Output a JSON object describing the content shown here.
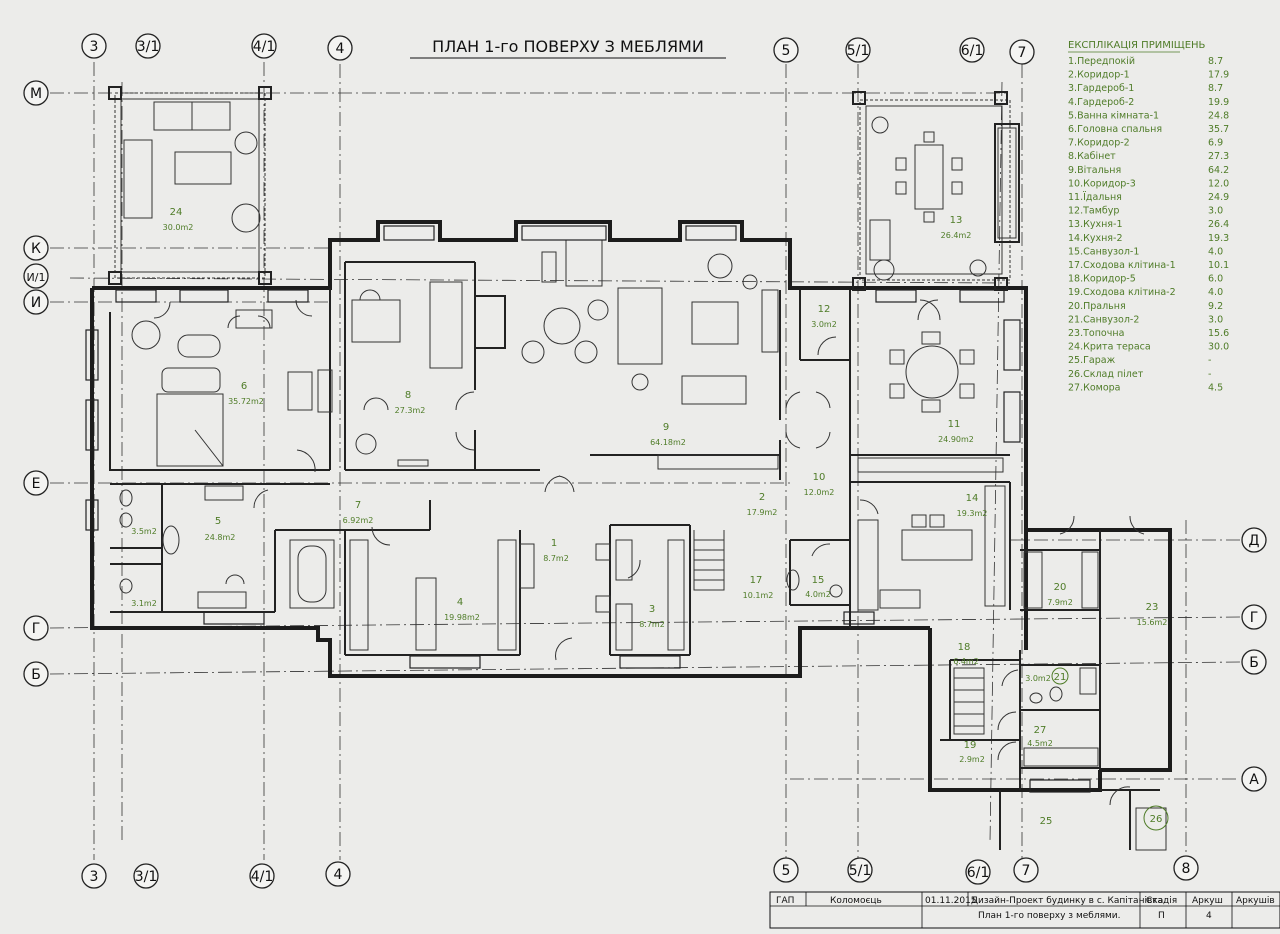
{
  "title": "ПЛАН 1-го ПОВЕРХУ З МЕБЛЯМИ",
  "axes": {
    "a3": "3",
    "a31": "3/1",
    "a41": "4/1",
    "a4": "4",
    "a5": "5",
    "a51": "5/1",
    "a61": "6/1",
    "a7": "7",
    "a8": "8",
    "M": "М",
    "K": "К",
    "I1": "И/1",
    "I": "И",
    "E": "Е",
    "D": "Д",
    "G": "Г",
    "B": "Б",
    "A": "А"
  },
  "legend": {
    "title": "ЕКСПЛІКАЦІЯ ПРИМІЩЕНЬ",
    "items": [
      {
        "name": "1.Передпокій",
        "area": "8.7"
      },
      {
        "name": "2.Коридор-1",
        "area": "17.9"
      },
      {
        "name": "3.Гардероб-1",
        "area": "8.7"
      },
      {
        "name": "4.Гардероб-2",
        "area": "19.9"
      },
      {
        "name": "5.Ванна кімната-1",
        "area": "24.8"
      },
      {
        "name": "6.Головна спальня",
        "area": "35.7"
      },
      {
        "name": "7.Коридор-2",
        "area": "6.9"
      },
      {
        "name": "8.Кабінет",
        "area": "27.3"
      },
      {
        "name": "9.Вітальня",
        "area": "64.2"
      },
      {
        "name": "10.Коридор-3",
        "area": "12.0"
      },
      {
        "name": "11.Їдальня",
        "area": "24.9"
      },
      {
        "name": "12.Тамбур",
        "area": "3.0"
      },
      {
        "name": "13.Кухня-1",
        "area": "26.4"
      },
      {
        "name": "14.Кухня-2",
        "area": "19.3"
      },
      {
        "name": "15.Санвузол-1",
        "area": "4.0"
      },
      {
        "name": "17.Сходова клітина-1",
        "area": "10.1"
      },
      {
        "name": "18.Коридор-5",
        "area": "6.0"
      },
      {
        "name": "19.Сходова клітина-2",
        "area": "4.0"
      },
      {
        "name": "20.Пральня",
        "area": "9.2"
      },
      {
        "name": "21.Санвузол-2",
        "area": "3.0"
      },
      {
        "name": "23.Топочна",
        "area": "15.6"
      },
      {
        "name": "24.Крита тераса",
        "area": "30.0"
      },
      {
        "name": "25.Гараж",
        "area": "-"
      },
      {
        "name": "26.Склад пілет",
        "area": "-"
      },
      {
        "name": "27.Комора",
        "area": "4.5"
      }
    ]
  },
  "rooms": {
    "r1": {
      "num": "1",
      "area": "8.7m2"
    },
    "r2": {
      "num": "2",
      "area": "17.9m2"
    },
    "r3": {
      "num": "3",
      "area": "8.7m2"
    },
    "r4": {
      "num": "4",
      "area": "19.98m2"
    },
    "r5": {
      "num": "5",
      "area": "24.8m2"
    },
    "r5a": {
      "area": "3.5m2"
    },
    "r5b": {
      "area": "3.1m2"
    },
    "r6": {
      "num": "6",
      "area": "35.72m2"
    },
    "r7": {
      "num": "7",
      "area": "6.92m2"
    },
    "r8": {
      "num": "8",
      "area": "27.3m2"
    },
    "r9": {
      "num": "9",
      "area": "64.18m2"
    },
    "r10": {
      "num": "10",
      "area": "12.0m2"
    },
    "r11": {
      "num": "11",
      "area": "24.90m2"
    },
    "r12": {
      "num": "12",
      "area": "3.0m2"
    },
    "r13": {
      "num": "13",
      "area": "26.4m2"
    },
    "r14": {
      "num": "14",
      "area": "19.3m2"
    },
    "r15": {
      "num": "15",
      "area": "4.0m2"
    },
    "r17": {
      "num": "17",
      "area": "10.1m2"
    },
    "r18": {
      "num": "18",
      "area": "6.4m2"
    },
    "r19": {
      "num": "19",
      "area": "2.9m2"
    },
    "r20": {
      "num": "20",
      "area": "7.9m2"
    },
    "r21": {
      "num": "21",
      "area": "3.0m2"
    },
    "r23": {
      "num": "23",
      "area": "15.6m2"
    },
    "r24": {
      "num": "24",
      "area": "30.0m2"
    },
    "r25": {
      "num": "25"
    },
    "r26": {
      "num": "26"
    },
    "r27": {
      "num": "27",
      "area": "4.5m2"
    }
  },
  "titleblock": {
    "role": "ГАП",
    "name": "Коломоєць",
    "date": "01.11.2015",
    "project": "Дизайн-Проект будинку в с. Капітанівка",
    "drawing": "План 1-го поверху з меблями.",
    "stage_label": "Стадія",
    "stage": "П",
    "sheet_label": "Аркуш",
    "sheet": "4",
    "sheets_label": "Аркушів",
    "sheets": ""
  },
  "colors": {
    "paper": "#ececea",
    "ink": "#1c1c1c",
    "label": "#4f7c28"
  }
}
